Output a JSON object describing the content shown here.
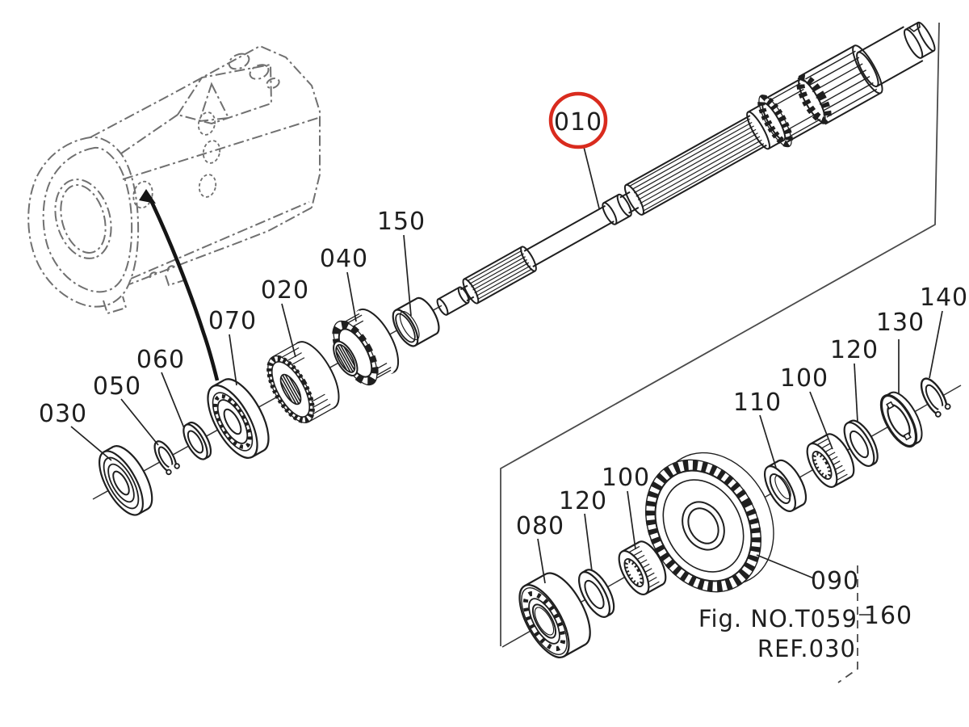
{
  "figure": {
    "fig_no": "Fig. NO.T059",
    "ref": "REF.030"
  },
  "highlight": {
    "part": "010",
    "color": "#d92b1e"
  },
  "labels": [
    {
      "id": "010",
      "text": "010"
    },
    {
      "id": "150",
      "text": "150"
    },
    {
      "id": "040",
      "text": "040"
    },
    {
      "id": "020",
      "text": "020"
    },
    {
      "id": "070",
      "text": "070"
    },
    {
      "id": "060",
      "text": "060"
    },
    {
      "id": "050",
      "text": "050"
    },
    {
      "id": "030",
      "text": "030"
    },
    {
      "id": "080",
      "text": "080"
    },
    {
      "id": "120a",
      "text": "120"
    },
    {
      "id": "100a",
      "text": "100"
    },
    {
      "id": "090",
      "text": "090"
    },
    {
      "id": "110",
      "text": "110"
    },
    {
      "id": "100b",
      "text": "100"
    },
    {
      "id": "120b",
      "text": "120"
    },
    {
      "id": "130",
      "text": "130"
    },
    {
      "id": "140",
      "text": "140"
    },
    {
      "id": "160",
      "text": "160"
    }
  ],
  "colors": {
    "ink": "#1f1f1f",
    "thin_line": "#3a3a3a",
    "housing_gray": "#707070",
    "highlight_red": "#d92b1e",
    "paper": "#ffffff"
  }
}
